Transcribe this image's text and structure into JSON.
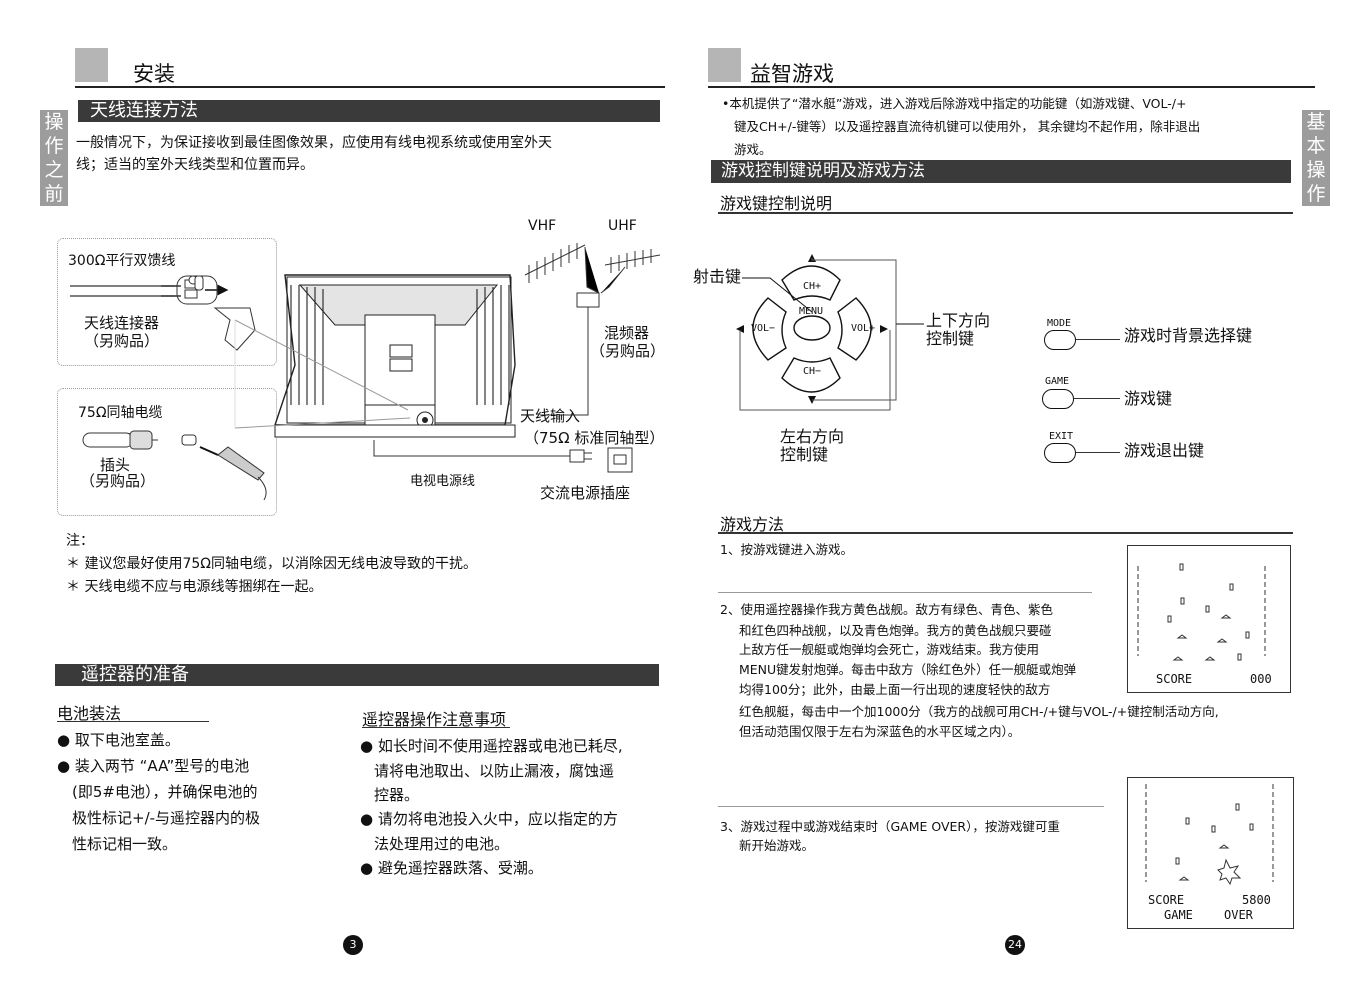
{
  "left": {
    "title": "安装",
    "side_tab": [
      "操",
      "作",
      "之",
      "前"
    ],
    "antenna_bar": "天线连接方法",
    "antenna_intro_1": "一般情况下，为保证接收到最佳图像效果，应使用有线电视系统或使用室外天",
    "antenna_intro_2": "线；适当的室外天线类型和位置而异。",
    "diagram": {
      "cable300": "300Ω平行双馈线",
      "connector_1": "天线连接器",
      "connector_2": "（另购品）",
      "coax75": "75Ω同轴电缆",
      "plug_1": "插头",
      "plug_2": "（另购品）",
      "vhf": "VHF",
      "uhf": "UHF",
      "mixer_1": "混频器",
      "mixer_2": "（另购品）",
      "antenna_in_1": "天线输入",
      "antenna_in_2": "（75Ω 标准同轴型）",
      "power_cord": "电视电源线",
      "ac_socket": "交流电源插座"
    },
    "note_label": "注：",
    "notes": [
      "＊ 建议您最好使用75Ω同轴电缆，以消除因无线电波导致的干扰。",
      "＊ 天线电缆不应与电源线等捆绑在一起。"
    ],
    "remote_bar": "遥控器的准备",
    "battery_heading": "电池装法",
    "battery_items": [
      "● 取下电池室盖。",
      "● 装入两节 “AA”型号的电池",
      "(即5#电池），并确保电池的",
      "极性标记+/-与遥控器内的极",
      "性标记相一致。"
    ],
    "remote_heading": "遥控器操作注意事项",
    "remote_items": [
      "● 如长时间不使用遥控器或电池已耗尽,",
      "请将电池取出、以防止漏液，腐蚀遥",
      "控器。",
      "● 请勿将电池投入火中，应以指定的方",
      "法处理用过的电池。",
      "● 避免遥控器跌落、受潮。"
    ],
    "page_number": "3"
  },
  "right": {
    "title": "益智游戏",
    "side_tab": [
      "基",
      "本",
      "操",
      "作"
    ],
    "intro": [
      "•本机提供了“潜水艇”游戏，进入游戏后除游戏中指定的功能键（如游戏键、VOL-/+",
      "键及CH+/-键等）以及遥控器直流待机键可以使用外， 其余键均不起作用，除非退出",
      "游戏。"
    ],
    "controls_bar": "游戏控制键说明及游戏方法",
    "controls_heading": "游戏键控制说明",
    "dpad": {
      "fire": "射击键",
      "ch_plus": "CH+",
      "ch_minus": "CH−",
      "vol_minus": "VOL−",
      "vol_plus": "VOL+",
      "menu": "MENU",
      "updown_1": "上下方向",
      "updown_2": "控制键",
      "leftright_1": "左右方向",
      "leftright_2": "控制键"
    },
    "keys": [
      {
        "key": "MODE",
        "desc": "游戏时背景选择键"
      },
      {
        "key": "GAME",
        "desc": "游戏键"
      },
      {
        "key": "EXIT",
        "desc": "游戏退出键"
      }
    ],
    "method_heading": "游戏方法",
    "step1": "1、按游戏键进入游戏。",
    "step2": [
      "2、使用遥控器操作我方黄色战舰。敌方有绿色、青色、紫色",
      "和红色四种战舰，以及青色炮弹。我方的黄色战舰只要碰",
      "上敌方任一舰艇或炮弹均会死亡，游戏结束。我方使用",
      "MENU键发射炮弹。每击中敌方（除红色外）任一舰艇或炮弹",
      "均得100分；此外，由最上面一行出现的速度轻快的敌方",
      "红色舰艇，每击中一个加1000分（我方的战舰可用CH-/+键与VOL-/+键控制活动方向,",
      "但活动范围仅限于左右为深蓝色的水平区域之内）。"
    ],
    "step3": [
      "3、游戏过程中或游戏结束时（GAME OVER），按游戏键可重",
      "新开始游戏。"
    ],
    "screen1": {
      "score_label": "SCORE",
      "score": "000"
    },
    "screen2": {
      "score_label": "SCORE",
      "score": "5800",
      "game": "GAME",
      "over": "OVER"
    },
    "page_number": "24"
  }
}
